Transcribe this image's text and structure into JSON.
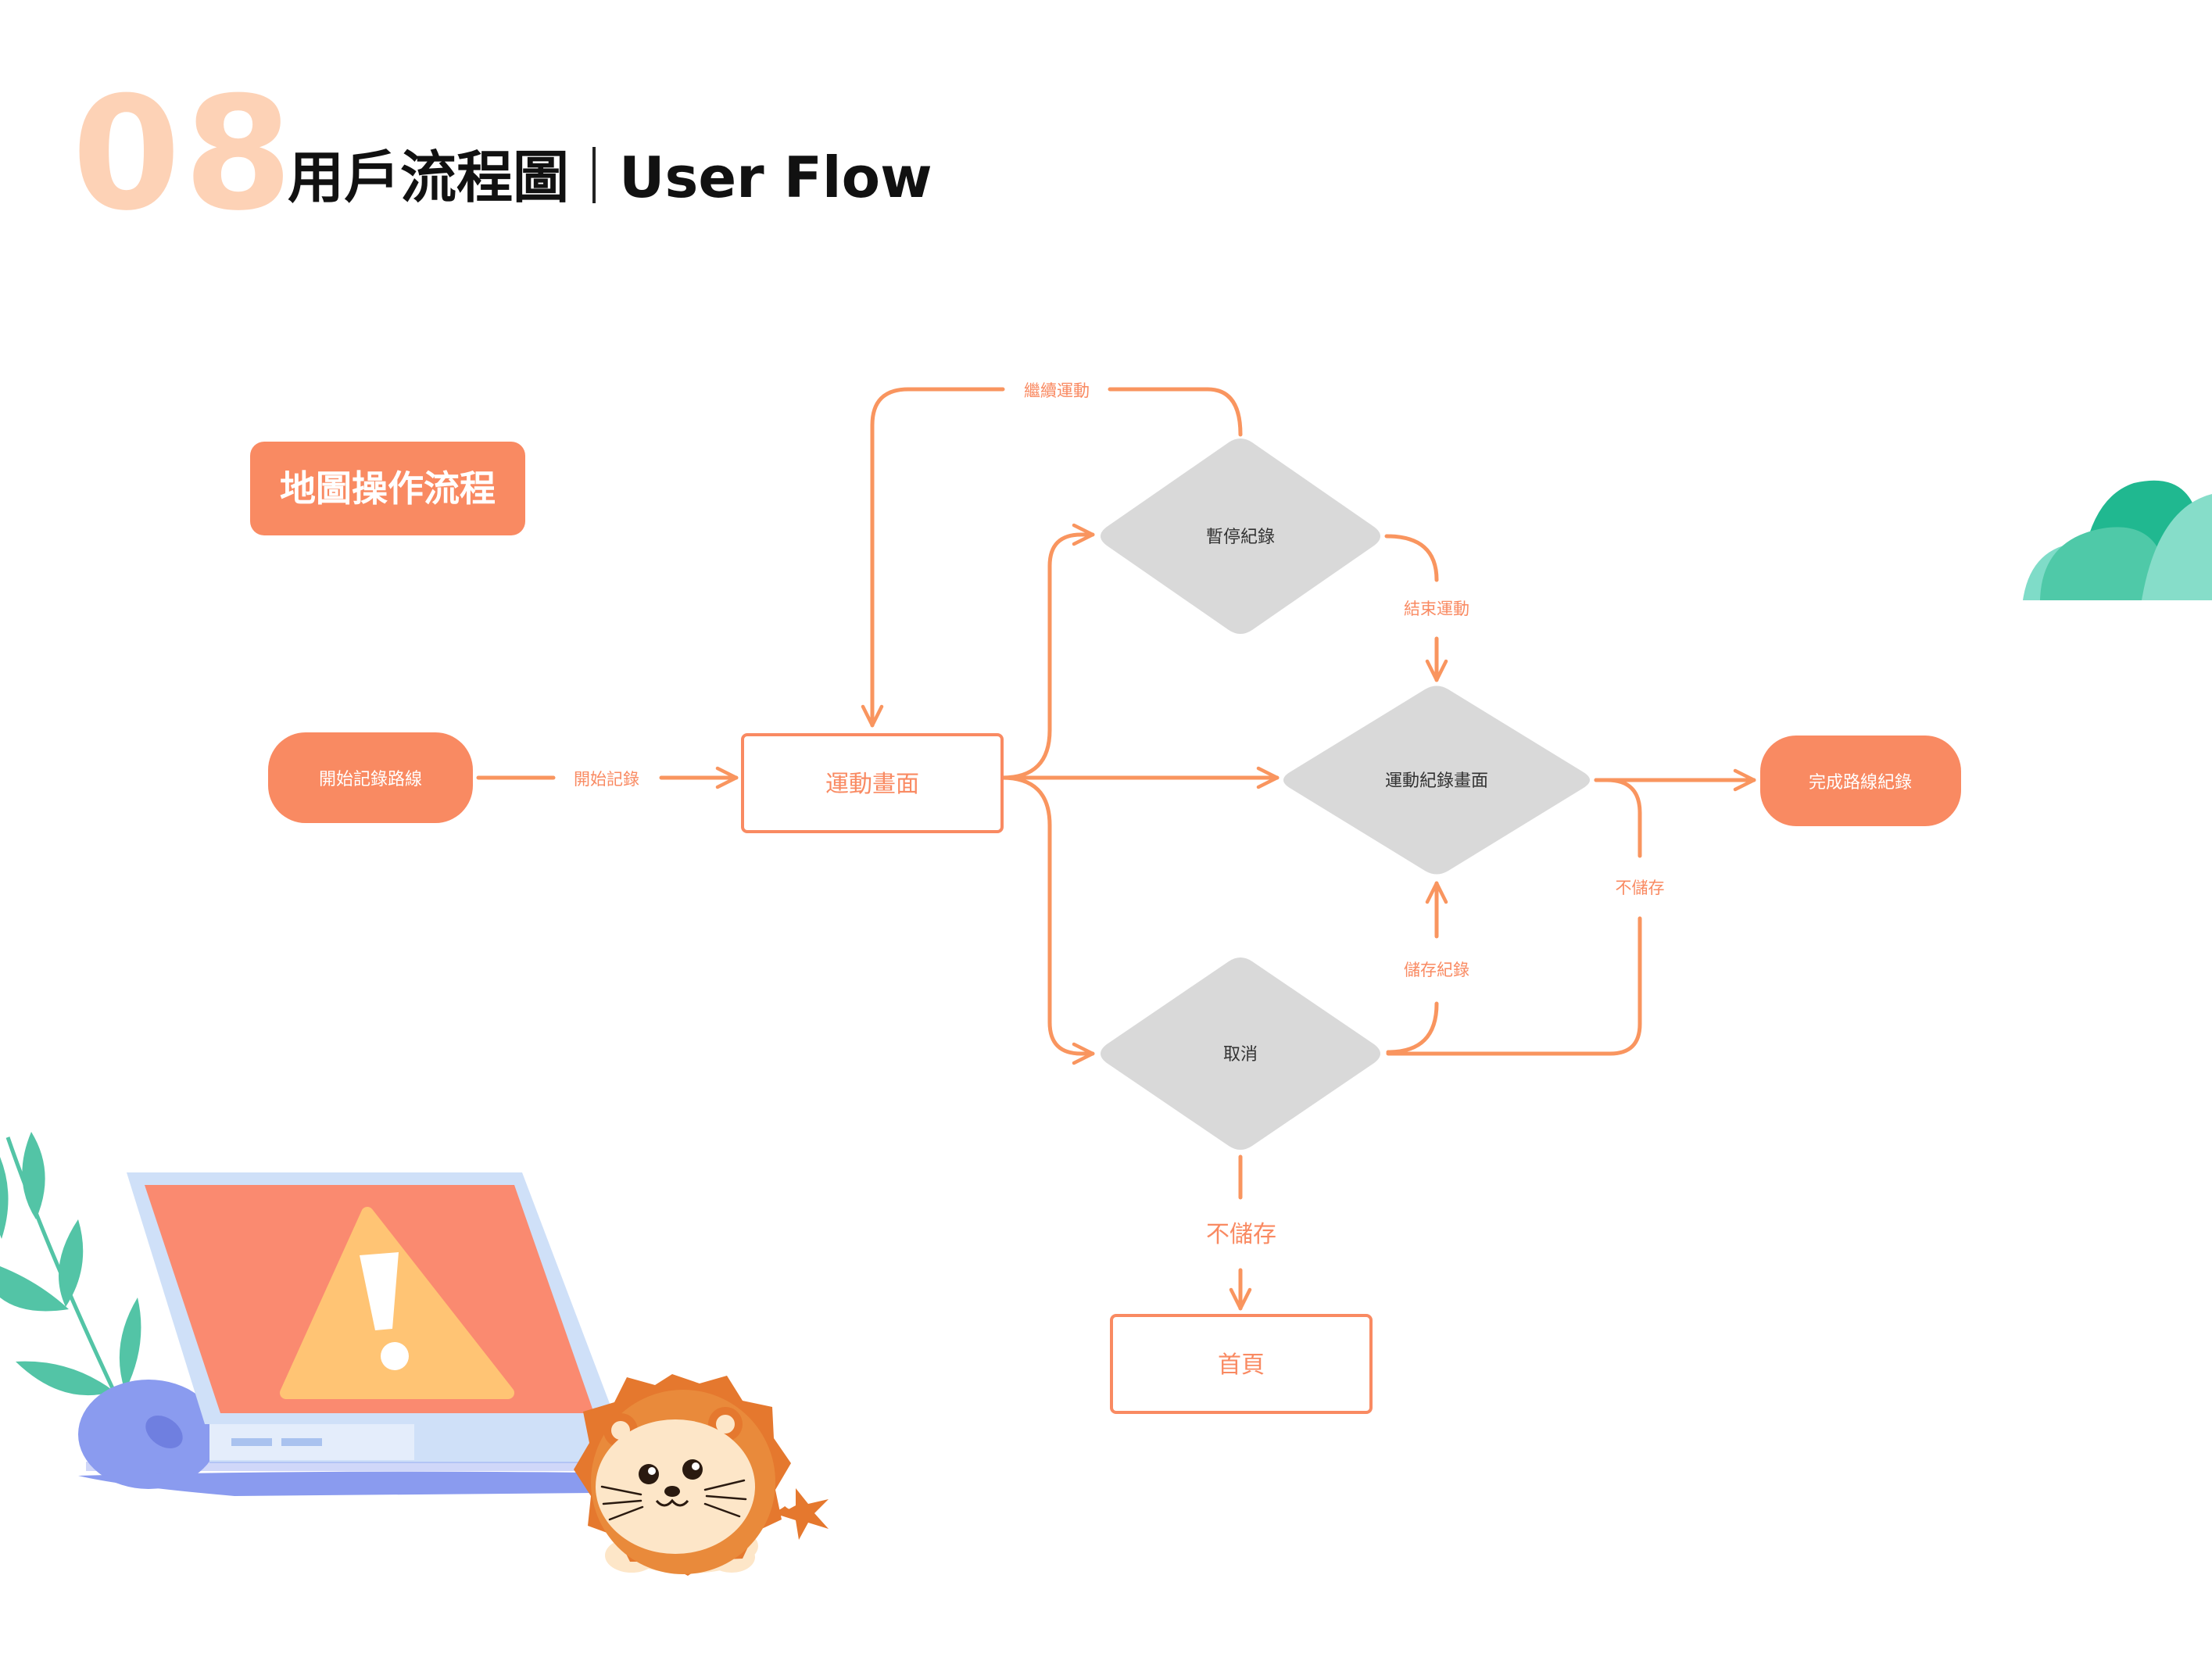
{
  "header": {
    "number": "08",
    "title_zh": "用戶流程圖",
    "title_en": "User Flow"
  },
  "section_tag": "地圖操作流程",
  "diagram": {
    "nodes": {
      "start": "開始記錄路線",
      "sport_screen": "運動畫面",
      "pause": "暫停紀錄",
      "record_screen": "運動紀錄畫面",
      "cancel": "取消",
      "complete": "完成路線紀錄",
      "home": "首頁"
    },
    "edges": {
      "start_record": "開始記錄",
      "continue_sport": "繼續運動",
      "end_sport": "結束運動",
      "save_record": "儲存紀錄",
      "not_save_right": "不儲存",
      "not_save_down": "不儲存"
    }
  },
  "colors": {
    "accent": "#f98a62",
    "line": "#f9955f",
    "diamond": "#d9d9d9",
    "number": "#fdd2b6",
    "teal": "#53c4a6"
  },
  "illustrations": [
    "laptop-warning-illustration",
    "lion-mascot-illustration",
    "plant-leaves-illustration",
    "green-bush-illustration"
  ]
}
